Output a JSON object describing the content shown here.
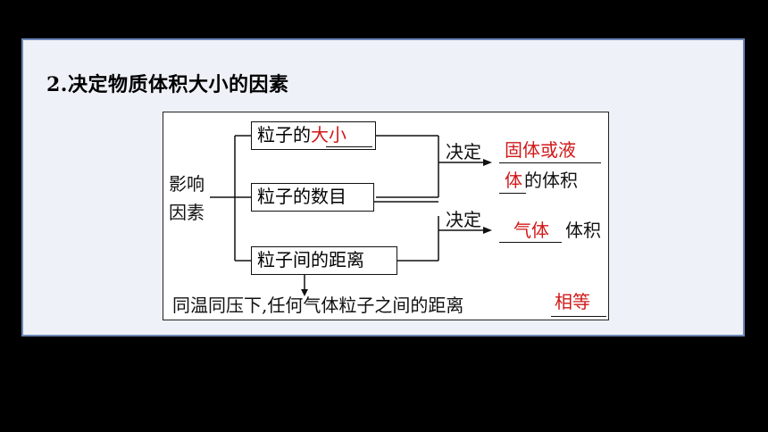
{
  "heading": "2.决定物质体积大小的因素",
  "left_label": {
    "line1": "影响",
    "line2": "因素"
  },
  "factors": {
    "size_prefix": "粒子的",
    "size_answer": "大小",
    "number": "粒子的数目",
    "distance": "粒子间的距离"
  },
  "decide_1": "决定",
  "decide_2": "决定",
  "result_1": {
    "answer_line1": "固体或液",
    "answer_line2": "体",
    "suffix": "的体积"
  },
  "result_2": {
    "answer": "气体",
    "suffix": "体积"
  },
  "conclusion": {
    "text": "同温同压下,任何气体粒子之间的距离",
    "answer": "相等"
  },
  "colors": {
    "answer": "#d01818",
    "slide_border": "#6b87b8",
    "slide_bg": "#eef2f8"
  }
}
